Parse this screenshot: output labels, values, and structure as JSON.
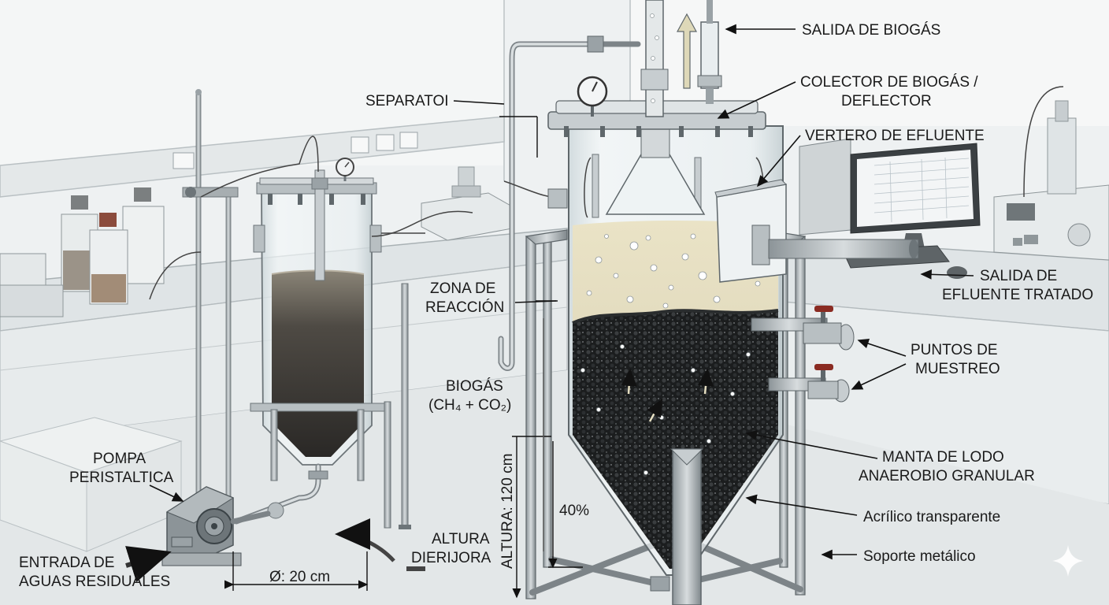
{
  "labels": {
    "salida_biogas": "SALIDA DE BIOGÁS",
    "colector_1": "COLECTOR DE BIOGÁS /",
    "colector_2": "DEFLECTOR",
    "vertedero": "VERTERO DE EFLUENTE",
    "separador": "SEPARATOI",
    "zona_1": "ZONA DE",
    "zona_2": "REACCIÓN",
    "biogas_1": "BIOGÁS",
    "biogas_2": "(CH₄ + CO₂)",
    "salida_efluente_1": "SALIDA DE",
    "salida_efluente_2": "EFLUENTE TRATADO",
    "puntos_1": "PUNTOS DE",
    "puntos_2": "MUESTREO",
    "manta_1": "MANTA DE LODO",
    "manta_2": "ANAEROBIO GRANULAR",
    "acrilico": "Acrílico transparente",
    "soporte": "Soporte metálico",
    "pompa_1": "POMPA",
    "pompa_2": "PERISTALTICA",
    "entrada_1": "ENTRADA DE",
    "entrada_2": "AGUAS RESIDUALES",
    "diametro": "Ø: 20 cm",
    "altura_1": "ALTURA",
    "altura_2": "DIERIJORA",
    "altura_total": "ALTURA: 120 cm",
    "porcentaje": "40%"
  },
  "colors": {
    "background": "#eef1f2",
    "bench": "#dfe4e6",
    "steel": "#9aa2a6",
    "glass": "#dfe8ea",
    "sludge": "#1b1d1e",
    "liquid_top": "#e6dfc2",
    "valve_red": "#8a2b22"
  }
}
